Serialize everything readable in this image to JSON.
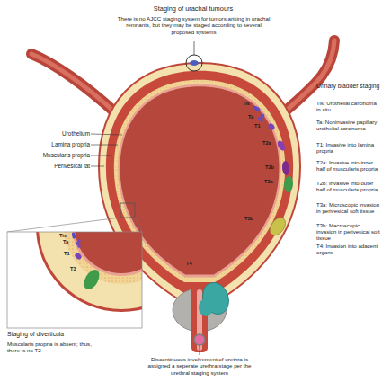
{
  "diagram": {
    "labels": [
      "Staging of urachal tumours",
      "There is no AJCC staging system for tumors arising in urachal remnants, but they may be staged according to several proposed systems",
      "Urinary bladder staging",
      "Tis: Urothelial carcinoma in situ",
      "Ta: Noninvasive papillary urothelial carcinoma",
      "T1: Invasive into lamina propria",
      "T2a: Invasive into inner half of muscularis propria",
      "T2b: Invasive into outer half of muscularis propria",
      "T3a: Microscopic invasion in perivesical soft tissue",
      "T3b: Macroscopic invasion in perivesical soft tissue",
      "T4: Invasion into adacent organs",
      "Urothelium",
      "Lamina propria",
      "Muscularis propria",
      "Perivesical fat",
      "Tis",
      "Ta",
      "T1",
      "T2a",
      "T2b",
      "T3a",
      "T3b",
      "T4",
      "Staging of diverticula",
      "Muscularis propria is absent; thus, there is no T2",
      "Tis",
      "Ta",
      "T1",
      "T3",
      "Discontinuous involvement of urethra is assigned a seperate urethra stage per the urethral staging system"
    ]
  }
}
